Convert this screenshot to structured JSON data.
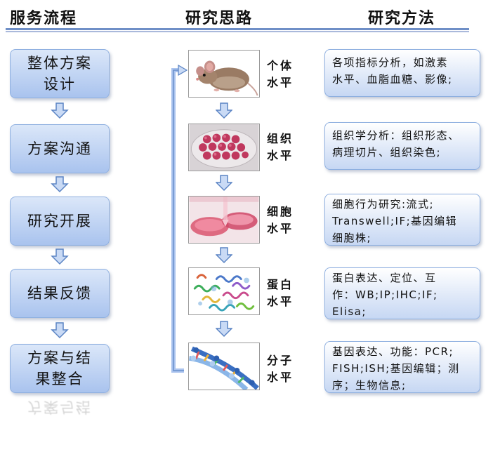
{
  "headers": {
    "service": "服务流程",
    "approach": "研究思路",
    "method": "研究方法"
  },
  "service_steps": [
    {
      "label": "整体方案\n设计"
    },
    {
      "label": "方案沟通"
    },
    {
      "label": "研究开展"
    },
    {
      "label": "结果反馈"
    },
    {
      "label": "方案与结\n果整合"
    }
  ],
  "reflection_text": "方案与结",
  "levels": [
    {
      "label": "个体\n水平",
      "icon": "mouse-image"
    },
    {
      "label": "组织\n水平",
      "icon": "tissue-dish-image"
    },
    {
      "label": "细胞\n水平",
      "icon": "cell-culture-image"
    },
    {
      "label": "蛋白\n水平",
      "icon": "protein-structure-image"
    },
    {
      "label": "分子\n水平",
      "icon": "dna-helix-image"
    }
  ],
  "methods": [
    {
      "text": "各项指标分析，如激素\n水平、血脂血糖、影像;"
    },
    {
      "text": "组织学分析：组织形态、\n病理切片、组织染色;"
    },
    {
      "text": "细胞行为研究:流式;\nTranswell;IF;基因编辑\n细胞株;"
    },
    {
      "text": "蛋白表达、定位、互\n作：WB;IP;IHC;IF;\nElisa;"
    },
    {
      "text": "基因表达、功能：PCR;\nFISH;ISH;基因编辑；测\n序；生物信息;"
    }
  ],
  "colors": {
    "step_top": "#dbe7f9",
    "step_bottom": "#a9c3ee",
    "border": "#8fb0e0",
    "arrow_fill": "#c9daf5",
    "arrow_stroke": "#5b84c4",
    "header_line": "#6f8fc7"
  }
}
